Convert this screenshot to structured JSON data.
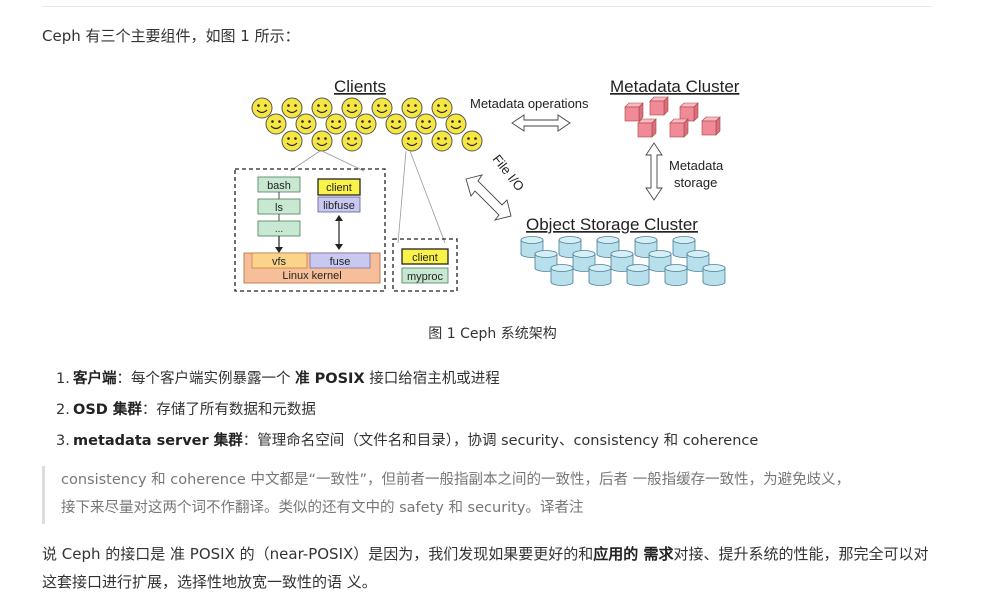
{
  "intro": "Ceph 有三个主要组件，如图 1 所示：",
  "figure": {
    "clients_title": "Clients",
    "metadata_ops": "Metadata operations",
    "metadata_cluster_title": "Metadata Cluster",
    "metadata_storage_line1": "Metadata",
    "metadata_storage_line2": "storage",
    "file_io": "File I/O",
    "object_storage_title": "Object Storage Cluster",
    "bash": "bash",
    "ls": "ls",
    "dots": "...",
    "client1": "client",
    "libfuse": "libfuse",
    "vfs": "vfs",
    "fuse": "fuse",
    "linux_kernel": "Linux kernel",
    "client2": "client",
    "myproc": "myproc",
    "colors": {
      "smiley": "#f5e642",
      "cube": "#f08a96",
      "cylinder": "#b8e0ec",
      "green_box": "#c9e8d2",
      "yellow_box": "#f9f24a",
      "kernel": "#f6bf9a",
      "vfs": "#fbd48a",
      "fuse": "#c8c8f0"
    }
  },
  "caption": "图 1 Ceph 系统架构",
  "list": [
    {
      "num": "1.",
      "bold": "客户端",
      "rest_a": "：每个客户端实例暴露一个 ",
      "bold2": "准 POSIX",
      "rest_b": " 接口给宿主机或进程"
    },
    {
      "num": "2.",
      "bold": "OSD 集群",
      "rest_a": "：存储了所有数据和元数据",
      "bold2": "",
      "rest_b": ""
    },
    {
      "num": "3.",
      "bold": "metadata server 集群",
      "rest_a": "：管理命名空间（文件名和目录），协调 security、consistency 和 coherence",
      "bold2": "",
      "rest_b": ""
    }
  ],
  "quote": {
    "line1": "consistency 和 coherence 中文都是“一致性”，但前者一般指副本之间的一致性，后者 一般指缓存一致性，为避免歧义，",
    "line2": "接下来尽量对这两个词不作翻译。类似的还有文中的 safety 和 security。译者注"
  },
  "para": {
    "a": "说 Ceph 的接口是 准 POSIX 的（near-POSIX）是因为，我们发现如果要更好的和",
    "bold": "应用的 需求",
    "b": "对接、提升系统的性能，那完全可以对这套接口进行扩展，选择性地放宽一致性的语 义。"
  }
}
